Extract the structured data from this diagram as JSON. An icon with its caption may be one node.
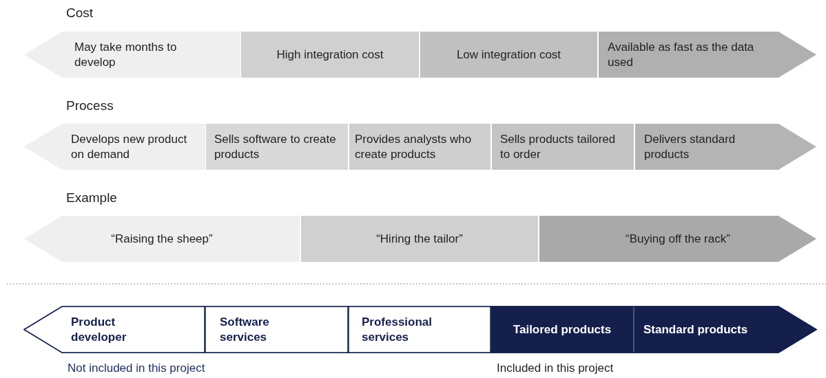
{
  "diagram": {
    "nodes": [
      {
        "text": [
          "Cost"
        ]
      },
      {
        "text": [
          "May take months to develop"
        ],
        "in": 0
      },
      {
        "text": [
          "High integration cost"
        ],
        "in": 0
      },
      {
        "text": [
          "Low integration cost"
        ],
        "in": 0
      },
      {
        "text": [
          "Available as fast as the data used"
        ],
        "in": 0
      },
      {
        "text": [
          "Process"
        ]
      },
      {
        "text": [
          "Develops new product on demand"
        ],
        "in": 5
      },
      {
        "text": [
          "Sells software to create products"
        ],
        "in": 5
      },
      {
        "text": [
          "Provides analysts who create products"
        ],
        "in": 5
      },
      {
        "text": [
          "Sells products tailored to order"
        ],
        "in": 5
      },
      {
        "text": [
          "Delivers standard products"
        ],
        "in": 5
      },
      {
        "text": [
          "Example"
        ]
      },
      {
        "text": [
          "“Raising the sheep”"
        ],
        "in": 11
      },
      {
        "text": [
          "“Hiring the tailor”"
        ],
        "in": 11
      },
      {
        "text": [
          "“Buying off the rack”"
        ],
        "in": 11
      },
      {
        "text": [],
        "shape": "arrow"
      },
      {
        "text": [
          "Product developer"
        ],
        "in": 15
      },
      {
        "text": [
          "Software services"
        ],
        "in": 15
      },
      {
        "text": [
          "Professional services"
        ],
        "in": 15
      },
      {
        "text": [
          "Tailored products"
        ],
        "in": 15
      },
      {
        "text": [
          "Standard products"
        ],
        "in": 15
      }
    ],
    "labels": [
      "Not included in this project",
      "Included in this project"
    ]
  }
}
